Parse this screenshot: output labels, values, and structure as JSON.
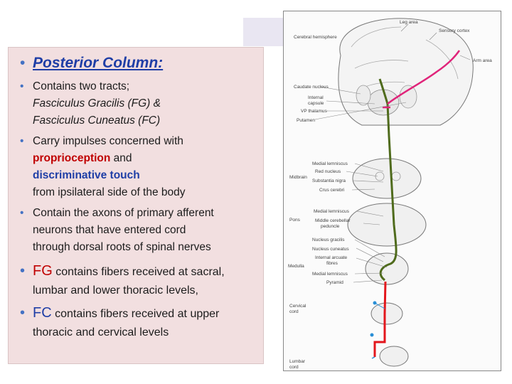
{
  "heading": "Posterior Column:",
  "bullets": {
    "b1": {
      "line1": "Contains two tracts;",
      "line2": "Fasciculus Gracilis (FG) &",
      "line3": "Fasciculus Cuneatus (FC)"
    },
    "b2": {
      "line1": "Carry impulses concerned with",
      "term1": "proprioception",
      "and_word": " and",
      "term2": "discriminative touch",
      "line4": "from ipsilateral side of the body"
    },
    "b3": {
      "line1": "Contain the axons of primary afferent",
      "line2": "neurons that have entered cord",
      "line3": "through dorsal roots of spinal nerves"
    },
    "b4": {
      "abbr": "FG",
      "line1_rest": " contains fibers received at sacral,",
      "line2": "lumbar and lower thoracic levels,"
    },
    "b5": {
      "abbr": "FC",
      "line1_rest": " contains fibers received at upper",
      "line2": "thoracic and cervical levels"
    }
  },
  "diagram": {
    "labels": {
      "leg_area": "Leg area",
      "sensory_cortex": "Sensory cortex",
      "arm_area": "Arm area",
      "cerebral_hemisphere": "Cerebral hemisphere",
      "caudate_nucleus": "Caudate nucleus",
      "internal_capsule_1": "Internal",
      "internal_capsule_2": "capsule",
      "vp_thalamus": "VP thalamus",
      "putamen": "Putamen",
      "medial_lemniscus_1": "Medial lemniscus",
      "red_nucleus": "Red nucleus",
      "substantia_nigra": "Substantia nigra",
      "crus_cerebri": "Crus cerebri",
      "midbrain": "Midbrain",
      "medial_lemniscus_2": "Medial lemniscus",
      "pons": "Pons",
      "middle_cerebellar_1": "Middle cerebellar",
      "middle_cerebellar_2": "peduncle",
      "nucleus_gracilis": "Nucleus gracilis",
      "nucleus_cuneatus": "Nucleus cuneatus",
      "internal_arcuate_1": "Internal arcuate",
      "internal_arcuate_2": "fibres",
      "medulla": "Medulla",
      "medial_lemniscus_3": "Medial lemniscus",
      "pyramid": "Pyramid",
      "cervical_cord_1": "Cervical",
      "cervical_cord_2": "cord",
      "lumbar_cord_1": "Lumbar",
      "lumbar_cord_2": "cord"
    },
    "colors": {
      "fc_pathway": "#e0247a",
      "fg_pathway": "#4f6b1c",
      "spinal_input": "#e3161c",
      "root_dot": "#2a8fd6"
    }
  }
}
